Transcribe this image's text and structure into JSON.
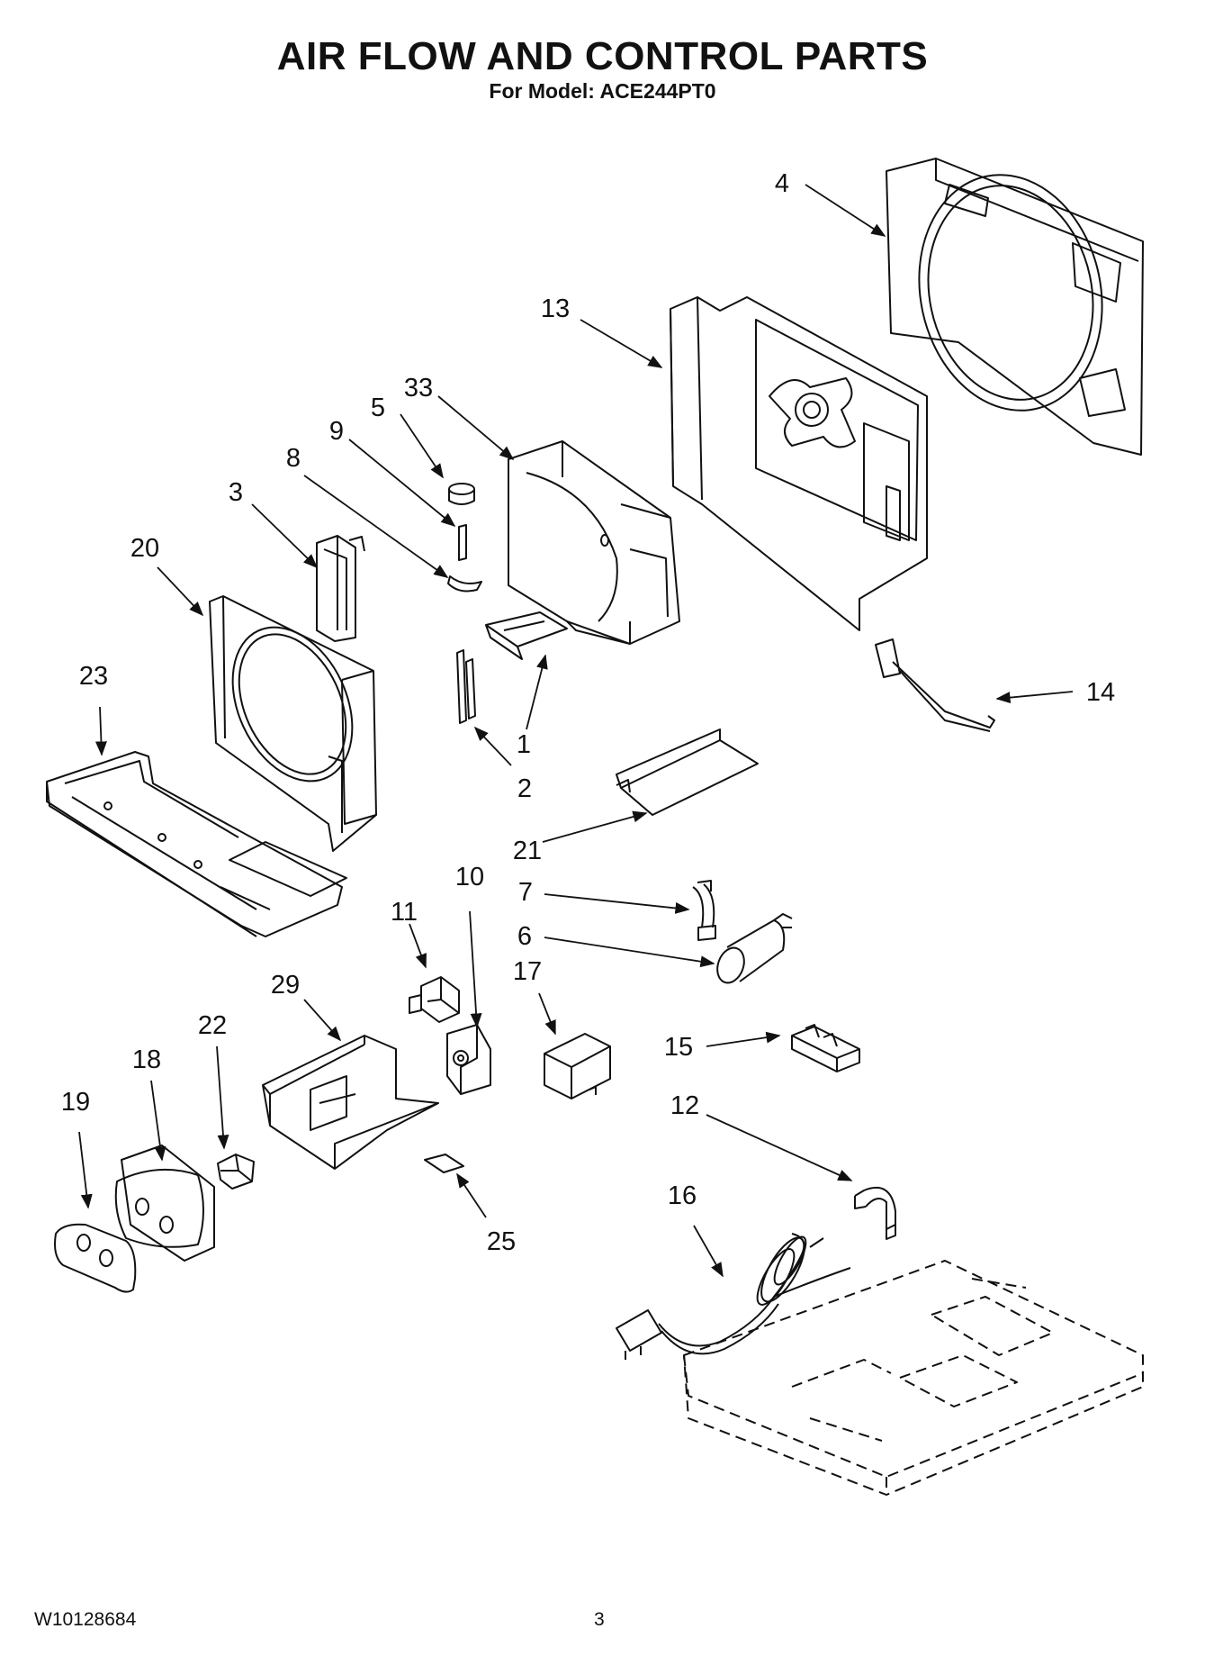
{
  "title": "AIR FLOW AND CONTROL PARTS",
  "subtitle": "For Model: ACE244PT0",
  "footer": {
    "doc_number": "W10128684",
    "page_number": "3"
  },
  "callouts": [
    {
      "id": "c4",
      "label": "4"
    },
    {
      "id": "c13",
      "label": "13"
    },
    {
      "id": "c33",
      "label": "33"
    },
    {
      "id": "c5",
      "label": "5"
    },
    {
      "id": "c9",
      "label": "9"
    },
    {
      "id": "c8",
      "label": "8"
    },
    {
      "id": "c3",
      "label": "3"
    },
    {
      "id": "c20",
      "label": "20"
    },
    {
      "id": "c23",
      "label": "23"
    },
    {
      "id": "c1",
      "label": "1"
    },
    {
      "id": "c2",
      "label": "2"
    },
    {
      "id": "c14",
      "label": "14"
    },
    {
      "id": "c21",
      "label": "21"
    },
    {
      "id": "c7",
      "label": "7"
    },
    {
      "id": "c6",
      "label": "6"
    },
    {
      "id": "c10",
      "label": "10"
    },
    {
      "id": "c11",
      "label": "11"
    },
    {
      "id": "c17",
      "label": "17"
    },
    {
      "id": "c29",
      "label": "29"
    },
    {
      "id": "c22",
      "label": "22"
    },
    {
      "id": "c15",
      "label": "15"
    },
    {
      "id": "c18",
      "label": "18"
    },
    {
      "id": "c19",
      "label": "19"
    },
    {
      "id": "c12",
      "label": "12"
    },
    {
      "id": "c25",
      "label": "25"
    },
    {
      "id": "c16",
      "label": "16"
    }
  ]
}
